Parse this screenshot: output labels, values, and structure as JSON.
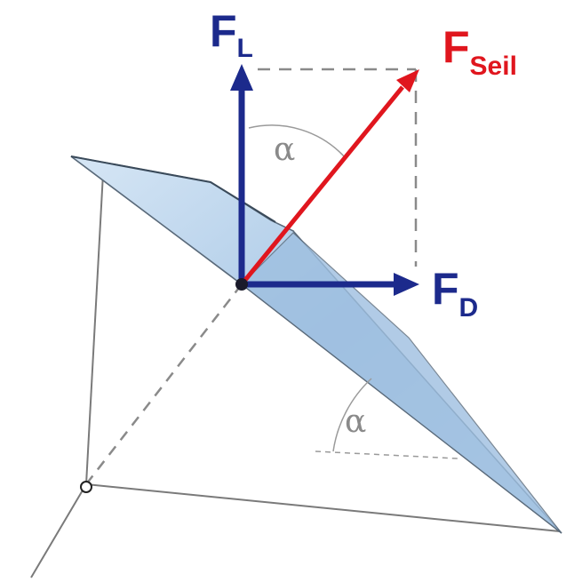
{
  "labels": {
    "lift": {
      "main": "F",
      "sub": "L"
    },
    "rope": {
      "main": "F",
      "sub": "Seil"
    },
    "drag": {
      "main": "F",
      "sub": "D"
    },
    "angle_top": "α",
    "angle_bottom": "α"
  },
  "colors": {
    "lift_vector": "#1c2a8c",
    "drag_vector": "#1c2a8c",
    "rope_vector": "#e0161e",
    "kite_fill": "#a9c8e6",
    "construction_lines": "#7a7a7a"
  }
}
